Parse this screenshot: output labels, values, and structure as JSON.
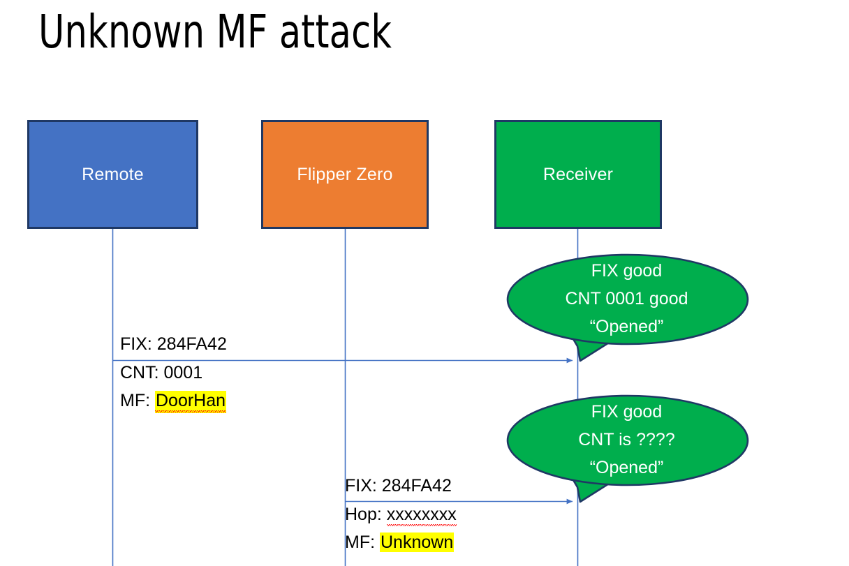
{
  "slide": {
    "title": "Unknown MF attack",
    "background": "#FFFFFF"
  },
  "colors": {
    "remote_fill": "#4472C4",
    "flipper_fill": "#ED7D31",
    "receiver_fill": "#00AE4D",
    "box_border": "#1F3864",
    "lifeline": "#4472C4",
    "arrow": "#4472C4",
    "callout_fill": "#00AE4D",
    "callout_border": "#1F3864",
    "highlight": "#FFFF00",
    "spellcheck_underline": "#FF0000",
    "text_dark": "#000000",
    "text_light": "#FFFFFF"
  },
  "actors": [
    {
      "id": "remote",
      "label": "Remote",
      "fill": "#4472C4"
    },
    {
      "id": "flipper",
      "label": "Flipper Zero",
      "fill": "#ED7D31"
    },
    {
      "id": "receiver",
      "label": "Receiver",
      "fill": "#00AE4D"
    }
  ],
  "messages": [
    {
      "id": "msg-remote-to-receiver",
      "from": "remote",
      "to": "receiver",
      "head": "FIX: 284FA42",
      "body": [
        {
          "text": "CNT: 0001",
          "highlighted": false,
          "spellcheck": false
        },
        {
          "prefix": "MF: ",
          "value": "DoorHan",
          "highlighted": true,
          "spellcheck": true
        }
      ]
    },
    {
      "id": "msg-flipper-to-receiver",
      "from": "flipper",
      "to": "receiver",
      "head": "FIX: 284FA42",
      "body": [
        {
          "prefix": "Hop: ",
          "value": "xxxxxxxx",
          "highlighted": false,
          "spellcheck": true
        },
        {
          "prefix": "MF: ",
          "value": "Unknown",
          "highlighted": true,
          "spellcheck": false
        }
      ]
    }
  ],
  "callouts": [
    {
      "id": "callout-receiver-1",
      "lines": [
        "FIX good",
        "CNT 0001 good",
        "“Opened”"
      ]
    },
    {
      "id": "callout-receiver-2",
      "lines": [
        "FIX good",
        "CNT is ????",
        "“Opened”"
      ]
    }
  ]
}
